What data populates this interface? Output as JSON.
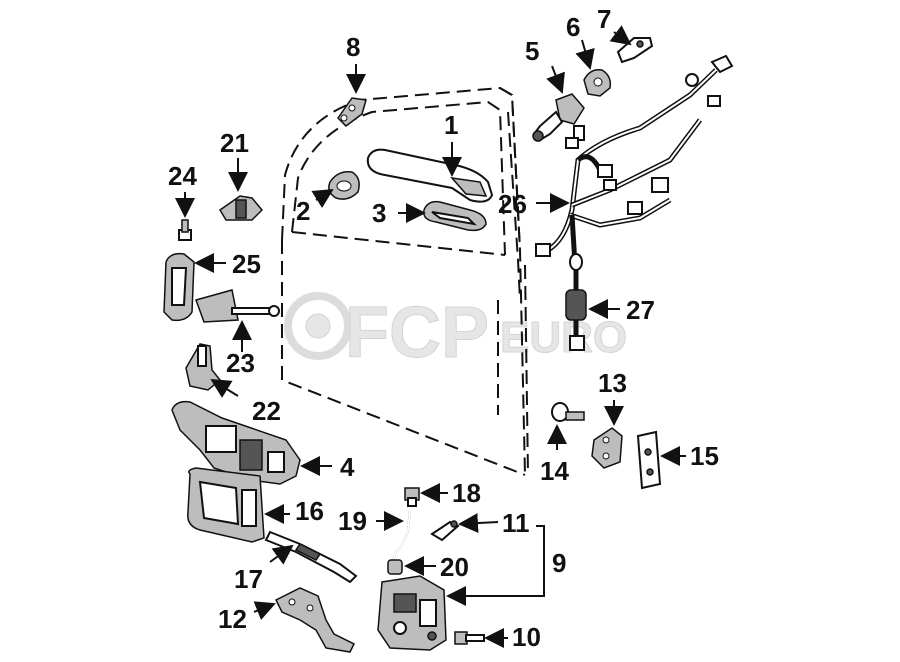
{
  "watermark": {
    "brand": "FCP",
    "suffix": "EURO"
  },
  "callouts": {
    "c1": "1",
    "c2": "2",
    "c3": "3",
    "c4": "4",
    "c5": "5",
    "c6": "6",
    "c7": "7",
    "c8": "8",
    "c9": "9",
    "c10": "10",
    "c11": "11",
    "c12": "12",
    "c13": "13",
    "c14": "14",
    "c15": "15",
    "c16": "16",
    "c17": "17",
    "c18": "18",
    "c19": "19",
    "c20": "20",
    "c21": "21",
    "c22": "22",
    "c23": "23",
    "c24": "24",
    "c25": "25",
    "c26": "26",
    "c27": "27"
  },
  "colors": {
    "ink": "#111111",
    "shade": "#bdbdbd",
    "watermark": "#e6e6e6"
  }
}
